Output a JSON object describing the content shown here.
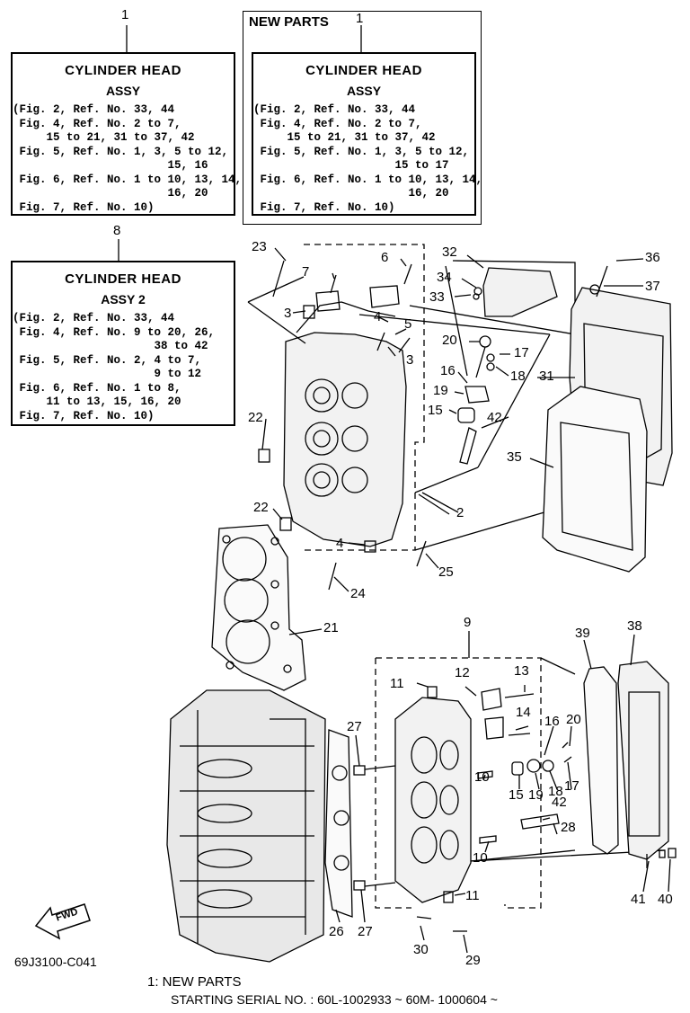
{
  "boxes": {
    "box1": {
      "ref": "1",
      "title": "CYLINDER HEAD",
      "sub": "ASSY",
      "lines": "(Fig. 2, Ref. No. 33, 44\n Fig. 4, Ref. No. 2 to 7,\n     15 to 21, 31 to 37, 42\n Fig. 5, Ref. No. 1, 3, 5 to 12,\n                       15, 16\n Fig. 6, Ref. No. 1 to 10, 13, 14,\n                       16, 20\n Fig. 7, Ref. No. 10)"
    },
    "box_new": {
      "header": "NEW PARTS",
      "ref": "1",
      "title": "CYLINDER HEAD",
      "sub": "ASSY",
      "lines": "(Fig. 2, Ref. No. 33, 44\n Fig. 4, Ref. No. 2 to 7,\n     15 to 21, 31 to 37, 42\n Fig. 5, Ref. No. 1, 3, 5 to 12,\n                     15 to 17\n Fig. 6, Ref. No. 1 to 10, 13, 14,\n                       16, 20\n Fig. 7, Ref. No. 10)"
    },
    "box8": {
      "ref": "8",
      "title": "CYLINDER HEAD",
      "sub": "ASSY 2",
      "lines": "(Fig. 2, Ref. No. 33, 44\n Fig. 4, Ref. No. 9 to 20, 26,\n                     38 to 42\n Fig. 5, Ref. No. 2, 4 to 7,\n                     9 to 12\n Fig. 6, Ref. No. 1 to 8,\n     11 to 13, 15, 16, 20\n Fig. 7, Ref. No. 10)"
    }
  },
  "callouts": {
    "c23": "23",
    "c7": "7",
    "c6": "6",
    "c3a": "3",
    "c4a": "4",
    "c5": "5",
    "c3b": "3",
    "c32": "32",
    "c34": "34",
    "c33": "33",
    "c36": "36",
    "c37": "37",
    "c20a": "20",
    "c17a": "17",
    "c18a": "18",
    "c16a": "16",
    "c19a": "19",
    "c15a": "15",
    "c42a": "42",
    "c31": "31",
    "c35": "35",
    "c22a": "22",
    "c22b": "22",
    "c2": "2",
    "c4b": "4",
    "c25": "25",
    "c24": "24",
    "c21": "21",
    "c9": "9",
    "c39": "39",
    "c38": "38",
    "c13": "13",
    "c11a": "11",
    "c12": "12",
    "c14": "14",
    "c16b": "16",
    "c20b": "20",
    "c27a": "27",
    "c10a": "10",
    "c15b": "15",
    "c19b": "19",
    "c18b": "18",
    "c17b": "17",
    "c42b": "42",
    "c28": "28",
    "c10b": "10",
    "c11b": "11",
    "c41": "41",
    "c40": "40",
    "c26": "26",
    "c27b": "27",
    "c30": "30",
    "c29": "29"
  },
  "fwd_label": "FWD",
  "figure_code": "69J3100-C041",
  "footer": {
    "line1": "1:  NEW PARTS",
    "line2": "STARTING SERIAL NO. : 60L-1002933 ~  60M- 1000604 ~"
  }
}
